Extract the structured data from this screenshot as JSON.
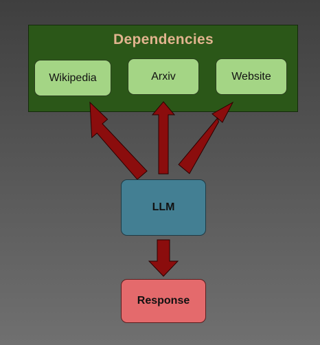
{
  "diagram": {
    "panel_title": "Dependencies",
    "dependencies": [
      {
        "label": "Wikipedia"
      },
      {
        "label": "Arxiv"
      },
      {
        "label": "Website"
      }
    ],
    "llm": {
      "label": "LLM"
    },
    "response": {
      "label": "Response"
    },
    "colors": {
      "panel_fill": "#2b5718",
      "panel_title": "#e1b48e",
      "dependency_fill": "#a4d585",
      "llm_fill": "#437f93",
      "response_fill": "#e46a6c",
      "arrow_fill": "#8b0d0d"
    }
  }
}
